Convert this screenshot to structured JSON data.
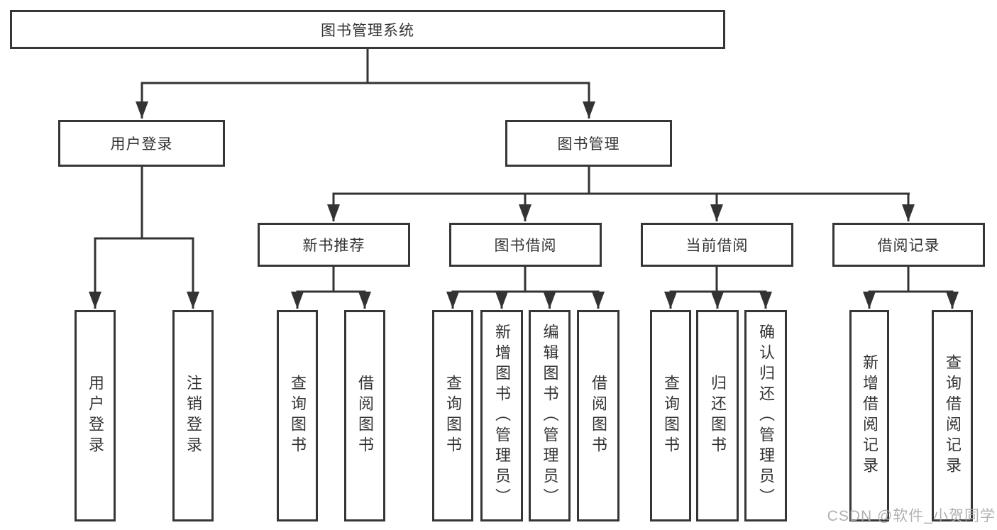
{
  "nodes": {
    "root": "图书管理系统",
    "user_login": "用户登录",
    "book_mgmt": "图书管理",
    "new_book": "新书推荐",
    "book_borrow": "图书借阅",
    "current_borrow": "当前借阅",
    "borrow_record": "借阅记录",
    "leaf_user_login": "用户登录",
    "leaf_logout": "注销登录",
    "leaf_nb_query": "查询图书",
    "leaf_nb_borrow": "借阅图书",
    "leaf_bb_query": "查询图书",
    "leaf_bb_add": "新增图书（管理员）",
    "leaf_bb_edit": "编辑图书（管理员）",
    "leaf_bb_borrow": "借阅图书",
    "leaf_cb_query": "查询图书",
    "leaf_cb_return": "归还图书",
    "leaf_cb_confirm": "确认归还（管理员）",
    "leaf_br_add": "新增借阅记录",
    "leaf_br_query": "查询借阅记录"
  },
  "colors": {
    "line": "#333333",
    "box_border": "#363636",
    "text": "#333333",
    "watermark": "#a9a9a9",
    "background": "#ffffff"
  },
  "watermark": "CSDN @软件_小贺同学"
}
